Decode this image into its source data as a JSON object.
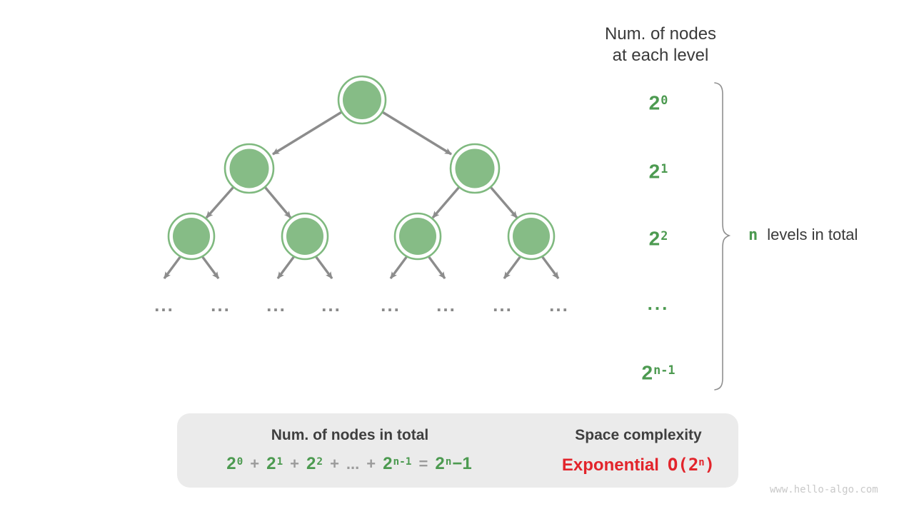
{
  "header": {
    "line1": "Num. of nodes",
    "line2": "at each level"
  },
  "levels": [
    {
      "base": "2",
      "sup": "0"
    },
    {
      "base": "2",
      "sup": "1"
    },
    {
      "base": "2",
      "sup": "2"
    },
    {
      "dots": "..."
    },
    {
      "base": "2",
      "sup": "n-1"
    }
  ],
  "side_note": {
    "n": "n",
    "text": "levels in total"
  },
  "tree_dots": [
    "...",
    "...",
    "...",
    "...",
    "...",
    "...",
    "...",
    "..."
  ],
  "summary": {
    "left_title": "Num. of nodes in total",
    "formula": [
      {
        "base": "2",
        "sup": "0"
      },
      {
        "op": "+"
      },
      {
        "base": "2",
        "sup": "1"
      },
      {
        "op": "+"
      },
      {
        "base": "2",
        "sup": "2"
      },
      {
        "op": "+"
      },
      {
        "op": "..."
      },
      {
        "op": "+"
      },
      {
        "base": "2",
        "sup": "n-1"
      },
      {
        "op": "="
      },
      {
        "base": "2",
        "sup": "n",
        "tail": "−1"
      }
    ],
    "right_title": "Space complexity",
    "complexity": {
      "word": "Exponential",
      "big_o_pre": "O(2",
      "big_o_sup": "n",
      "big_o_post": ")"
    }
  },
  "watermark": "www.hello-algo.com",
  "colors": {
    "node_fill_green": "#86bc86",
    "node_ring_green": "#7fb97f",
    "edge_gray": "#8c8c8c",
    "label_green": "#4c9a50",
    "text_dark": "#3a3a3a",
    "box_bg": "#ebebeb",
    "big_arrow_gray": "#c2c2c2",
    "red": "#e2242b",
    "watermark_gray": "#c9c9c9"
  }
}
